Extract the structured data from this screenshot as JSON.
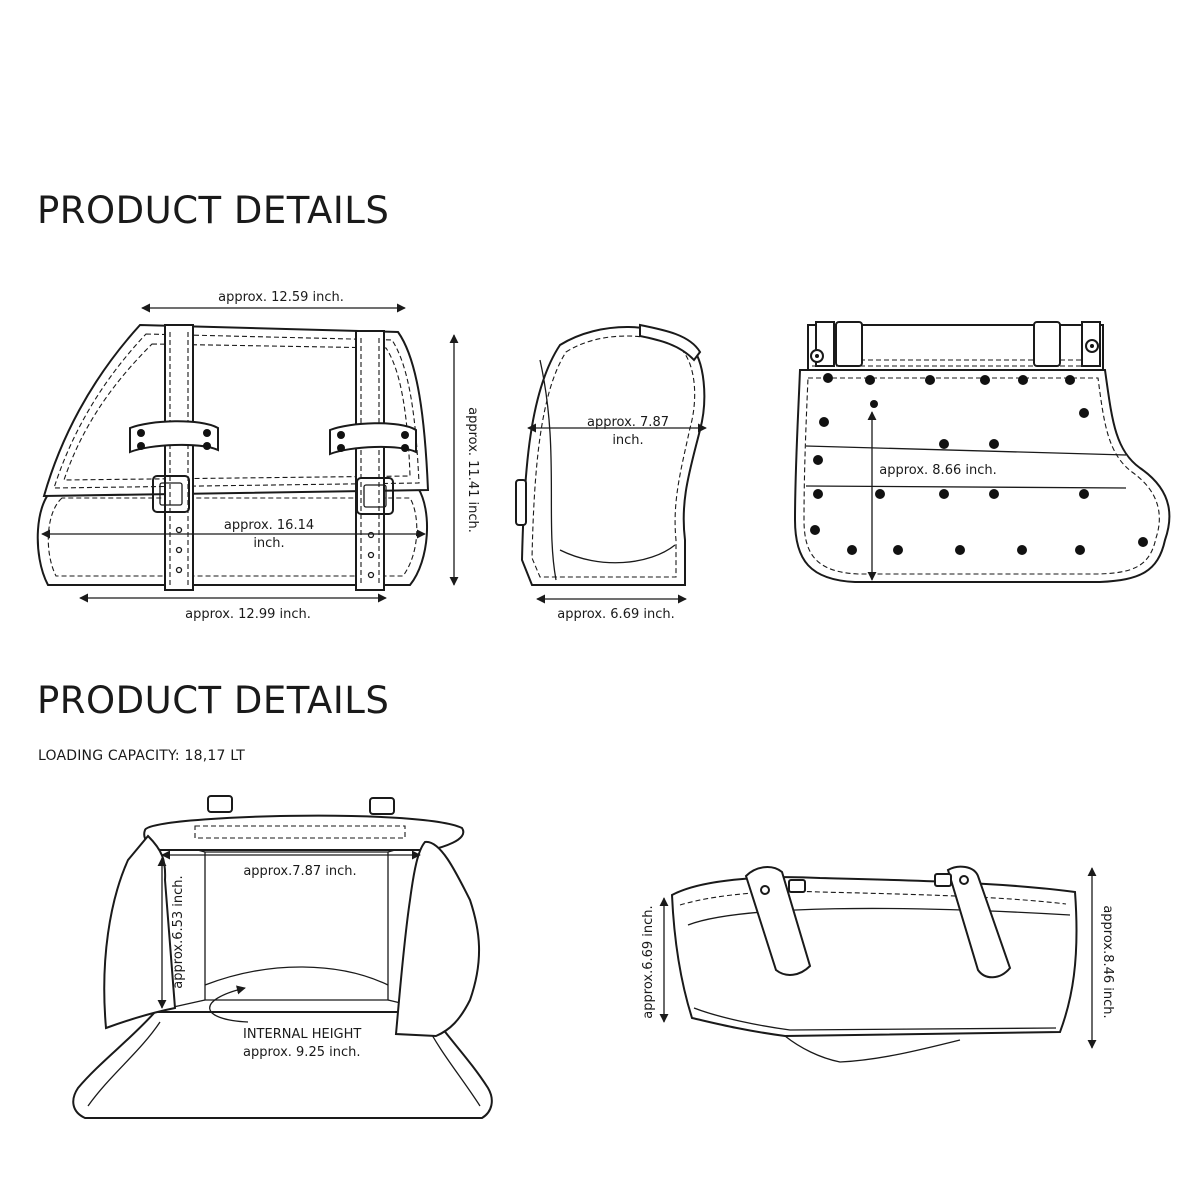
{
  "section1": {
    "title": "PRODUCT DETAILS"
  },
  "section2": {
    "title": "PRODUCT DETAILS",
    "capacity": "LOADING CAPACITY: 18,17 LT"
  },
  "front_view": {
    "top_width": "approx. 12.59 inch.",
    "height": "approx. 11.41 inch.",
    "middle_width_line1": "approx. 16.14",
    "middle_width_line2": "inch.",
    "bottom_width": "approx. 12.99 inch."
  },
  "side_view": {
    "depth_line1": "approx. 7.87",
    "depth_line2": "inch.",
    "bottom_depth": "approx. 6.69 inch."
  },
  "back_view": {
    "height": "approx. 8.66 inch."
  },
  "open_view": {
    "inner_width": "approx.7.87 inch.",
    "inner_height_side": "approx.6.53 inch.",
    "internal_label": "INTERNAL HEIGHT",
    "internal_value": "approx. 9.25 inch."
  },
  "angle_view": {
    "left_height": "approx.6.69 inch.",
    "right_height": "approx.8.46 inch."
  }
}
